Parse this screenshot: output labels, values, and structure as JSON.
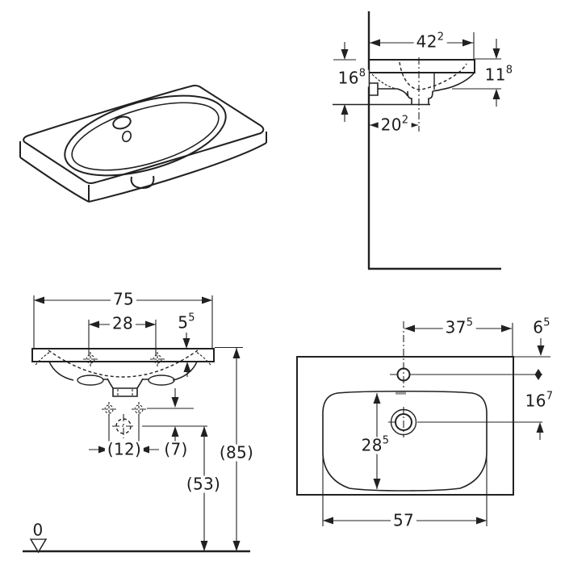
{
  "side_view": {
    "depth_top": {
      "value": "42",
      "sup": "2"
    },
    "front_height": {
      "value": "16",
      "sup": "8"
    },
    "edge_height": {
      "value": "11",
      "sup": "8"
    },
    "outlet_offset": {
      "value": "20",
      "sup": "2"
    }
  },
  "front_view": {
    "overall_width": {
      "value": "75",
      "sup": ""
    },
    "fixing_hole_spacing": {
      "value": "28",
      "sup": ""
    },
    "rim_thickness": {
      "value": "5",
      "sup": "5"
    },
    "bracket_spacing": {
      "value": "(12)",
      "sup": ""
    },
    "outlet_drop": {
      "value": "(7)",
      "sup": ""
    },
    "outlet_height": {
      "value": "(53)",
      "sup": ""
    },
    "rim_height": {
      "value": "(85)",
      "sup": ""
    },
    "datum_level": {
      "value": "0",
      "sup": ""
    }
  },
  "top_view": {
    "tap_to_edge": {
      "value": "37",
      "sup": "5"
    },
    "tap_to_front": {
      "value": "6",
      "sup": "5"
    },
    "tap_to_outlet": {
      "value": "16",
      "sup": "7"
    },
    "bowl_depth": {
      "value": "28",
      "sup": "5"
    },
    "bowl_width": {
      "value": "57",
      "sup": ""
    }
  }
}
